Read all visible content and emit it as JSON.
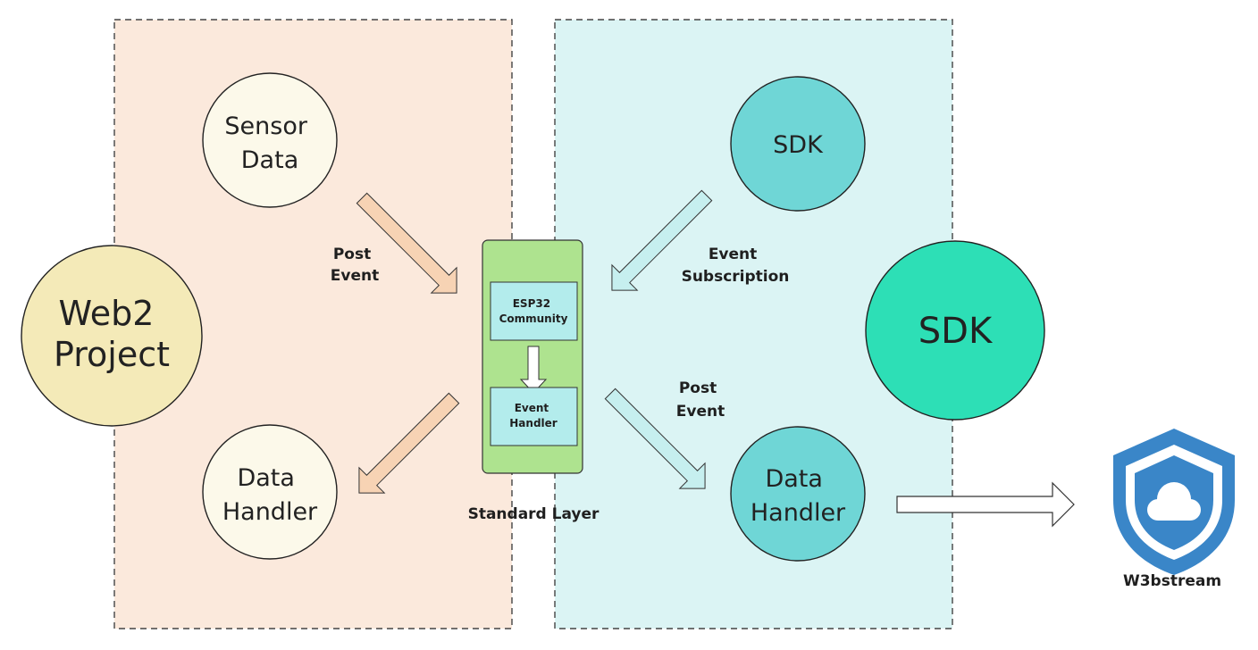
{
  "regions": {
    "web2_region": {
      "color": "#fbe9dc"
    },
    "sdk_region": {
      "color": "#dbf4f4"
    }
  },
  "nodes": {
    "web2_project": {
      "line1": "Web2",
      "line2": "Project",
      "color": "#f4eab8"
    },
    "sensor_data": {
      "line1": "Sensor",
      "line2": "Data",
      "color": "#fcf9ea"
    },
    "data_handler_left": {
      "line1": "Data",
      "line2": "Handler",
      "color": "#fcf9ea"
    },
    "sdk_top": {
      "label": "SDK",
      "color": "#6fd6d6"
    },
    "sdk_big": {
      "label": "SDK",
      "color": "#2ddfb6"
    },
    "data_handler_right": {
      "line1": "Data",
      "line2": "Handler",
      "color": "#6fd6d6"
    }
  },
  "standard_layer": {
    "label": "Standard Layer",
    "color": "#aee38f",
    "esp32_box": {
      "line1": "ESP32",
      "line2": "Community",
      "color": "#b3ecec"
    },
    "event_handler_box": {
      "line1": "Event",
      "line2": "Handler",
      "color": "#b3ecec"
    }
  },
  "arrow_labels": {
    "post_event_left": {
      "line1": "Post",
      "line2": "Event"
    },
    "event_subscription": {
      "line1": "Event",
      "line2": "Subscription"
    },
    "post_event_right": {
      "line1": "Post",
      "line2": "Event"
    }
  },
  "arrow_colors": {
    "orange": "#f7d3b4",
    "cyan": "#c6efef",
    "white": "#ffffff"
  },
  "w3bstream": {
    "label": "W3bstream",
    "shield_color": "#3a86c8"
  }
}
